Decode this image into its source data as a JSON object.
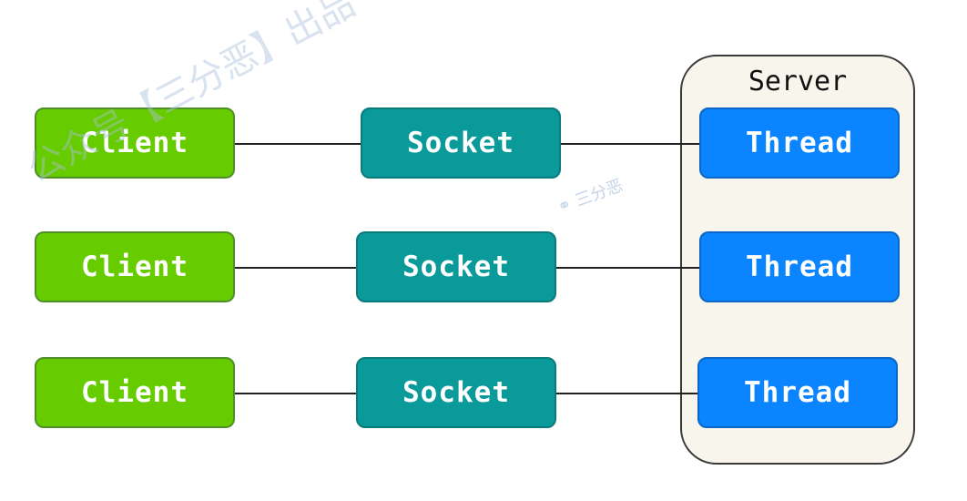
{
  "server": {
    "label": "Server"
  },
  "rows": [
    {
      "client": "Client",
      "socket": "Socket",
      "thread": "Thread"
    },
    {
      "client": "Client",
      "socket": "Socket",
      "thread": "Thread"
    },
    {
      "client": "Client",
      "socket": "Socket",
      "thread": "Thread"
    }
  ],
  "watermark": {
    "text": "公众号【三分恶】出品",
    "badge": "三分恶"
  },
  "colors": {
    "client": "#66cc00",
    "socket": "#0a9a9a",
    "thread": "#0a84ff"
  }
}
